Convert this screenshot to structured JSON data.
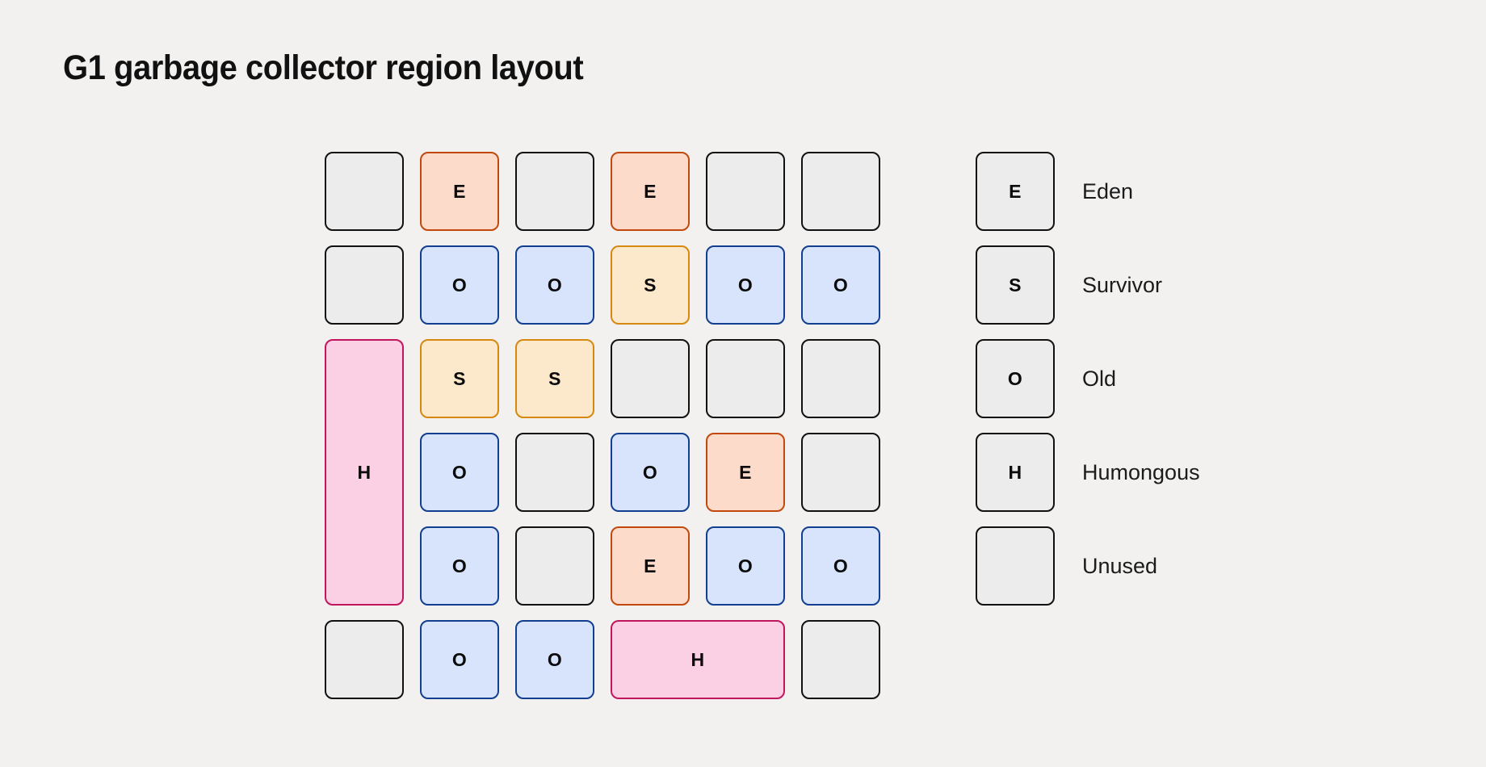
{
  "page": {
    "title": "G1 garbage collector region layout",
    "background_color": "#f2f1f0"
  },
  "region_types": {
    "E": {
      "key": "eden",
      "label": "Eden",
      "letter": "E",
      "fill": "#fddbca",
      "border": "#c2490d"
    },
    "S": {
      "key": "survivor",
      "label": "Survivor",
      "letter": "S",
      "fill": "#fce8cb",
      "border": "#d6880f"
    },
    "O": {
      "key": "old",
      "label": "Old",
      "letter": "O",
      "fill": "#d7e4fb",
      "border": "#123f8f"
    },
    "H": {
      "key": "humongous",
      "label": "Humongous",
      "letter": "H",
      "fill": "#fbd0e4",
      "border": "#c2165c"
    },
    "U": {
      "key": "unused",
      "label": "Unused",
      "letter": "",
      "fill": "#ececec",
      "border": "#111111"
    }
  },
  "grid": {
    "columns": 6,
    "rows": 6,
    "cells": [
      {
        "type": "U",
        "letter": "",
        "row": 1,
        "col": 1,
        "row_span": 1,
        "col_span": 1
      },
      {
        "type": "E",
        "letter": "E",
        "row": 1,
        "col": 2,
        "row_span": 1,
        "col_span": 1
      },
      {
        "type": "U",
        "letter": "",
        "row": 1,
        "col": 3,
        "row_span": 1,
        "col_span": 1
      },
      {
        "type": "E",
        "letter": "E",
        "row": 1,
        "col": 4,
        "row_span": 1,
        "col_span": 1
      },
      {
        "type": "U",
        "letter": "",
        "row": 1,
        "col": 5,
        "row_span": 1,
        "col_span": 1
      },
      {
        "type": "U",
        "letter": "",
        "row": 1,
        "col": 6,
        "row_span": 1,
        "col_span": 1
      },
      {
        "type": "U",
        "letter": "",
        "row": 2,
        "col": 1,
        "row_span": 1,
        "col_span": 1
      },
      {
        "type": "O",
        "letter": "O",
        "row": 2,
        "col": 2,
        "row_span": 1,
        "col_span": 1
      },
      {
        "type": "O",
        "letter": "O",
        "row": 2,
        "col": 3,
        "row_span": 1,
        "col_span": 1
      },
      {
        "type": "S",
        "letter": "S",
        "row": 2,
        "col": 4,
        "row_span": 1,
        "col_span": 1
      },
      {
        "type": "O",
        "letter": "O",
        "row": 2,
        "col": 5,
        "row_span": 1,
        "col_span": 1
      },
      {
        "type": "O",
        "letter": "O",
        "row": 2,
        "col": 6,
        "row_span": 1,
        "col_span": 1
      },
      {
        "type": "H",
        "letter": "H",
        "row": 3,
        "col": 1,
        "row_span": 3,
        "col_span": 1
      },
      {
        "type": "S",
        "letter": "S",
        "row": 3,
        "col": 2,
        "row_span": 1,
        "col_span": 1
      },
      {
        "type": "S",
        "letter": "S",
        "row": 3,
        "col": 3,
        "row_span": 1,
        "col_span": 1
      },
      {
        "type": "U",
        "letter": "",
        "row": 3,
        "col": 4,
        "row_span": 1,
        "col_span": 1
      },
      {
        "type": "U",
        "letter": "",
        "row": 3,
        "col": 5,
        "row_span": 1,
        "col_span": 1
      },
      {
        "type": "U",
        "letter": "",
        "row": 3,
        "col": 6,
        "row_span": 1,
        "col_span": 1
      },
      {
        "type": "O",
        "letter": "O",
        "row": 4,
        "col": 2,
        "row_span": 1,
        "col_span": 1
      },
      {
        "type": "U",
        "letter": "",
        "row": 4,
        "col": 3,
        "row_span": 1,
        "col_span": 1
      },
      {
        "type": "O",
        "letter": "O",
        "row": 4,
        "col": 4,
        "row_span": 1,
        "col_span": 1
      },
      {
        "type": "E",
        "letter": "E",
        "row": 4,
        "col": 5,
        "row_span": 1,
        "col_span": 1
      },
      {
        "type": "U",
        "letter": "",
        "row": 4,
        "col": 6,
        "row_span": 1,
        "col_span": 1
      },
      {
        "type": "O",
        "letter": "O",
        "row": 5,
        "col": 2,
        "row_span": 1,
        "col_span": 1
      },
      {
        "type": "U",
        "letter": "",
        "row": 5,
        "col": 3,
        "row_span": 1,
        "col_span": 1
      },
      {
        "type": "E",
        "letter": "E",
        "row": 5,
        "col": 4,
        "row_span": 1,
        "col_span": 1
      },
      {
        "type": "O",
        "letter": "O",
        "row": 5,
        "col": 5,
        "row_span": 1,
        "col_span": 1
      },
      {
        "type": "O",
        "letter": "O",
        "row": 5,
        "col": 6,
        "row_span": 1,
        "col_span": 1
      },
      {
        "type": "U",
        "letter": "",
        "row": 6,
        "col": 1,
        "row_span": 1,
        "col_span": 1
      },
      {
        "type": "O",
        "letter": "O",
        "row": 6,
        "col": 2,
        "row_span": 1,
        "col_span": 1
      },
      {
        "type": "O",
        "letter": "O",
        "row": 6,
        "col": 3,
        "row_span": 1,
        "col_span": 1
      },
      {
        "type": "H",
        "letter": "H",
        "row": 6,
        "col": 4,
        "row_span": 1,
        "col_span": 2
      },
      {
        "type": "U",
        "letter": "",
        "row": 6,
        "col": 6,
        "row_span": 1,
        "col_span": 1
      }
    ]
  },
  "legend": {
    "items": [
      {
        "type": "E",
        "letter": "E",
        "label": "Eden"
      },
      {
        "type": "S",
        "letter": "S",
        "label": "Survivor"
      },
      {
        "type": "O",
        "letter": "O",
        "label": "Old"
      },
      {
        "type": "H",
        "letter": "H",
        "label": "Humongous"
      },
      {
        "type": "U",
        "letter": "",
        "label": "Unused"
      }
    ]
  }
}
